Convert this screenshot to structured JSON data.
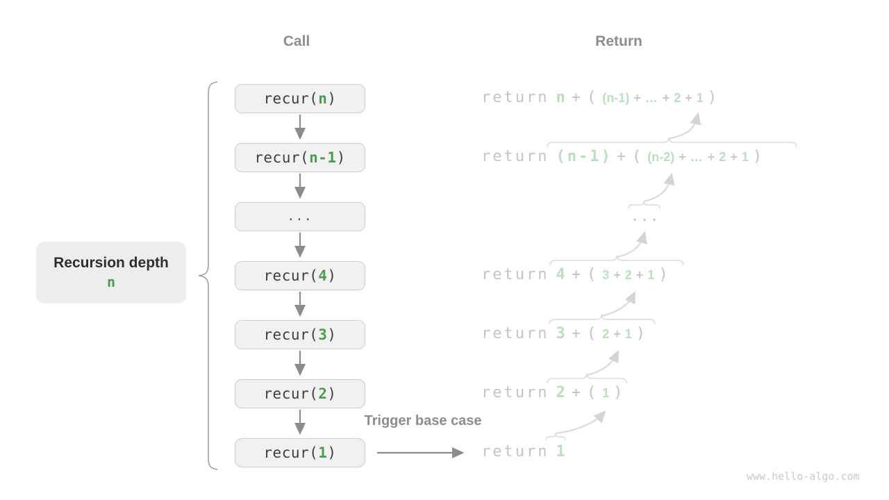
{
  "headers": {
    "call": "Call",
    "return": "Return"
  },
  "left_label": {
    "title": "Recursion depth",
    "value": "n"
  },
  "trigger_label": "Trigger base case",
  "watermark": "www.hello-algo.com",
  "call_boxes": [
    {
      "pre": "recur(",
      "param": "n",
      "post": ")"
    },
    {
      "pre": "recur(",
      "param": "n-1",
      "post": ")"
    },
    {
      "text": "..."
    },
    {
      "pre": "recur(",
      "param": "4",
      "post": ")"
    },
    {
      "pre": "recur(",
      "param": "3",
      "post": ")"
    },
    {
      "pre": "recur(",
      "param": "2",
      "post": ")"
    },
    {
      "pre": "recur(",
      "param": "1",
      "post": ")"
    }
  ],
  "return_rows": [
    {
      "tokens": [
        {
          "t": "return",
          "c": "k"
        },
        {
          "t": "n",
          "c": "g"
        },
        {
          "t": "+",
          "c": "p"
        },
        {
          "t": "(",
          "c": "po"
        },
        {
          "t": "(n-1)",
          "c": "sg"
        },
        {
          "t": "+",
          "c": "sp"
        },
        {
          "t": "…",
          "c": "sd"
        },
        {
          "t": "+",
          "c": "sp"
        },
        {
          "t": "2",
          "c": "sg"
        },
        {
          "t": "+",
          "c": "sp"
        },
        {
          "t": "1",
          "c": "sg"
        },
        {
          "t": ")",
          "c": "pc"
        }
      ]
    },
    {
      "tokens": [
        {
          "t": "return",
          "c": "k"
        },
        {
          "t": "(n-1)",
          "c": "g"
        },
        {
          "t": "+",
          "c": "p"
        },
        {
          "t": "(",
          "c": "po"
        },
        {
          "t": "(n-2)",
          "c": "sg"
        },
        {
          "t": "+",
          "c": "sp"
        },
        {
          "t": "…",
          "c": "sd"
        },
        {
          "t": "+",
          "c": "sp"
        },
        {
          "t": "2",
          "c": "sg"
        },
        {
          "t": "+",
          "c": "sp"
        },
        {
          "t": "1",
          "c": "sg"
        },
        {
          "t": ")",
          "c": "pc"
        }
      ]
    },
    {
      "tokens": [
        {
          "t": "...",
          "c": "dots"
        }
      ]
    },
    {
      "tokens": [
        {
          "t": "return",
          "c": "k"
        },
        {
          "t": "4",
          "c": "g"
        },
        {
          "t": "+",
          "c": "p"
        },
        {
          "t": "(",
          "c": "po"
        },
        {
          "t": "3",
          "c": "sg"
        },
        {
          "t": "+",
          "c": "sp"
        },
        {
          "t": "2",
          "c": "sg"
        },
        {
          "t": "+",
          "c": "sp"
        },
        {
          "t": "1",
          "c": "sg"
        },
        {
          "t": ")",
          "c": "pc"
        }
      ]
    },
    {
      "tokens": [
        {
          "t": "return",
          "c": "k"
        },
        {
          "t": "3",
          "c": "g"
        },
        {
          "t": "+",
          "c": "p"
        },
        {
          "t": "(",
          "c": "po"
        },
        {
          "t": "2",
          "c": "sg"
        },
        {
          "t": "+",
          "c": "sp"
        },
        {
          "t": "1",
          "c": "sg"
        },
        {
          "t": ")",
          "c": "pc"
        }
      ]
    },
    {
      "tokens": [
        {
          "t": "return",
          "c": "k"
        },
        {
          "t": "2",
          "c": "g"
        },
        {
          "t": "+",
          "c": "p"
        },
        {
          "t": "(",
          "c": "po"
        },
        {
          "t": "1",
          "c": "sg"
        },
        {
          "t": ")",
          "c": "pc"
        }
      ]
    },
    {
      "tokens": [
        {
          "t": "return",
          "c": "k"
        },
        {
          "t": "1",
          "c": "g"
        }
      ]
    }
  ],
  "colors": {
    "accent-green": "#4c9b51",
    "pale-green": "#bedcbf",
    "pale-teal": "#b7d8d0",
    "light-gray-text": "#c2c5c7",
    "box-bg": "#f1f1f1",
    "box-border": "#cdcdcd",
    "box-text": "#3e3e3e",
    "header-gray": "#8d8d8d",
    "label-dark": "#2e2e2e",
    "label-bg": "#ededed",
    "arrow-gray": "#8c8c8c",
    "faint-stroke": "#d8dadb",
    "brace-gray": "#9f9f9f",
    "watermark-gray": "#c9c9c9"
  }
}
